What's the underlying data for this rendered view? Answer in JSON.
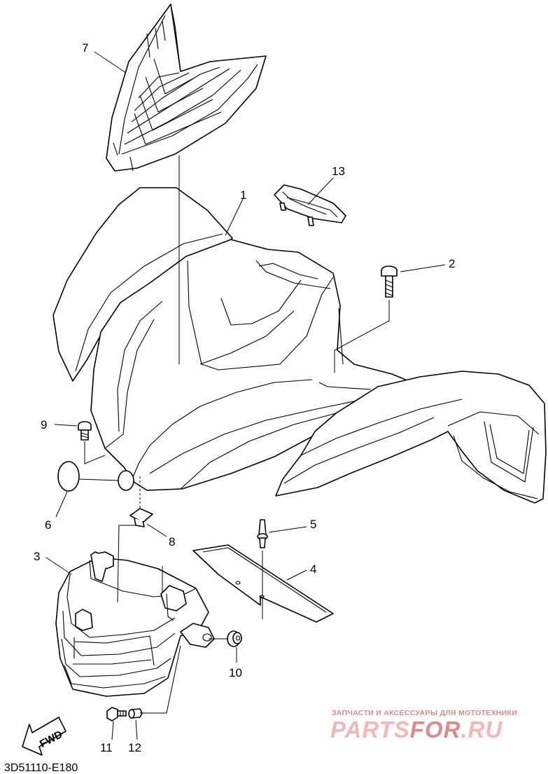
{
  "diagram": {
    "code": "3D51110-E180",
    "fwd_label": "FWD",
    "callouts": [
      {
        "id": "7",
        "label": "7"
      },
      {
        "id": "13",
        "label": "13"
      },
      {
        "id": "1",
        "label": "1"
      },
      {
        "id": "2",
        "label": "2"
      },
      {
        "id": "9",
        "label": "9"
      },
      {
        "id": "6",
        "label": "6"
      },
      {
        "id": "8",
        "label": "8"
      },
      {
        "id": "5",
        "label": "5"
      },
      {
        "id": "3",
        "label": "3"
      },
      {
        "id": "4",
        "label": "4"
      },
      {
        "id": "10",
        "label": "10"
      },
      {
        "id": "11",
        "label": "11"
      },
      {
        "id": "12",
        "label": "12"
      }
    ]
  },
  "watermark": {
    "tagline": "ЗАПЧАСТИ И АКСЕССУАРЫ ДЛЯ МОТОТЕХНИКИ",
    "logo_part1": "PARTS",
    "logo_part2": "FOR",
    "logo_part3": ".RU",
    "color_light": "#f2b8b8",
    "color_dark": "#d98c8c"
  }
}
